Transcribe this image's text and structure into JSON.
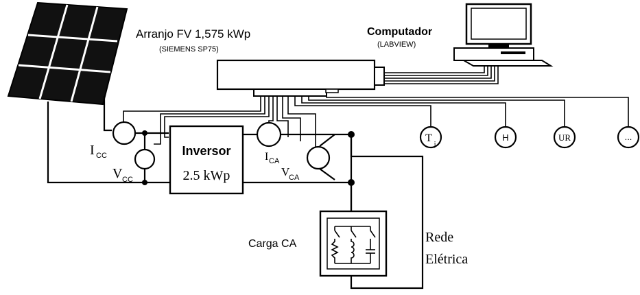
{
  "array": {
    "title": "Arranjo FV 1,575 kWp",
    "model": "(SIEMENS SP75)"
  },
  "computer": {
    "title": "Computador",
    "software": "(LABVIEW)"
  },
  "inverter": {
    "name": "Inversor",
    "rating": "2.5 kWp"
  },
  "sensors": {
    "icc_main": "I",
    "icc_sub": "CC",
    "vcc_main": "V",
    "vcc_sub": "CC",
    "ica_main": "I",
    "ica_sub": "CA",
    "vca_main": "V",
    "vca_sub": "CA"
  },
  "probes": {
    "tj_main": "T",
    "tj_sub": "j",
    "h": "H",
    "ur": "UR",
    "more": "..."
  },
  "load": {
    "label": "Carga CA"
  },
  "grid": {
    "line1": "Rede",
    "line2": "Elétrica"
  }
}
